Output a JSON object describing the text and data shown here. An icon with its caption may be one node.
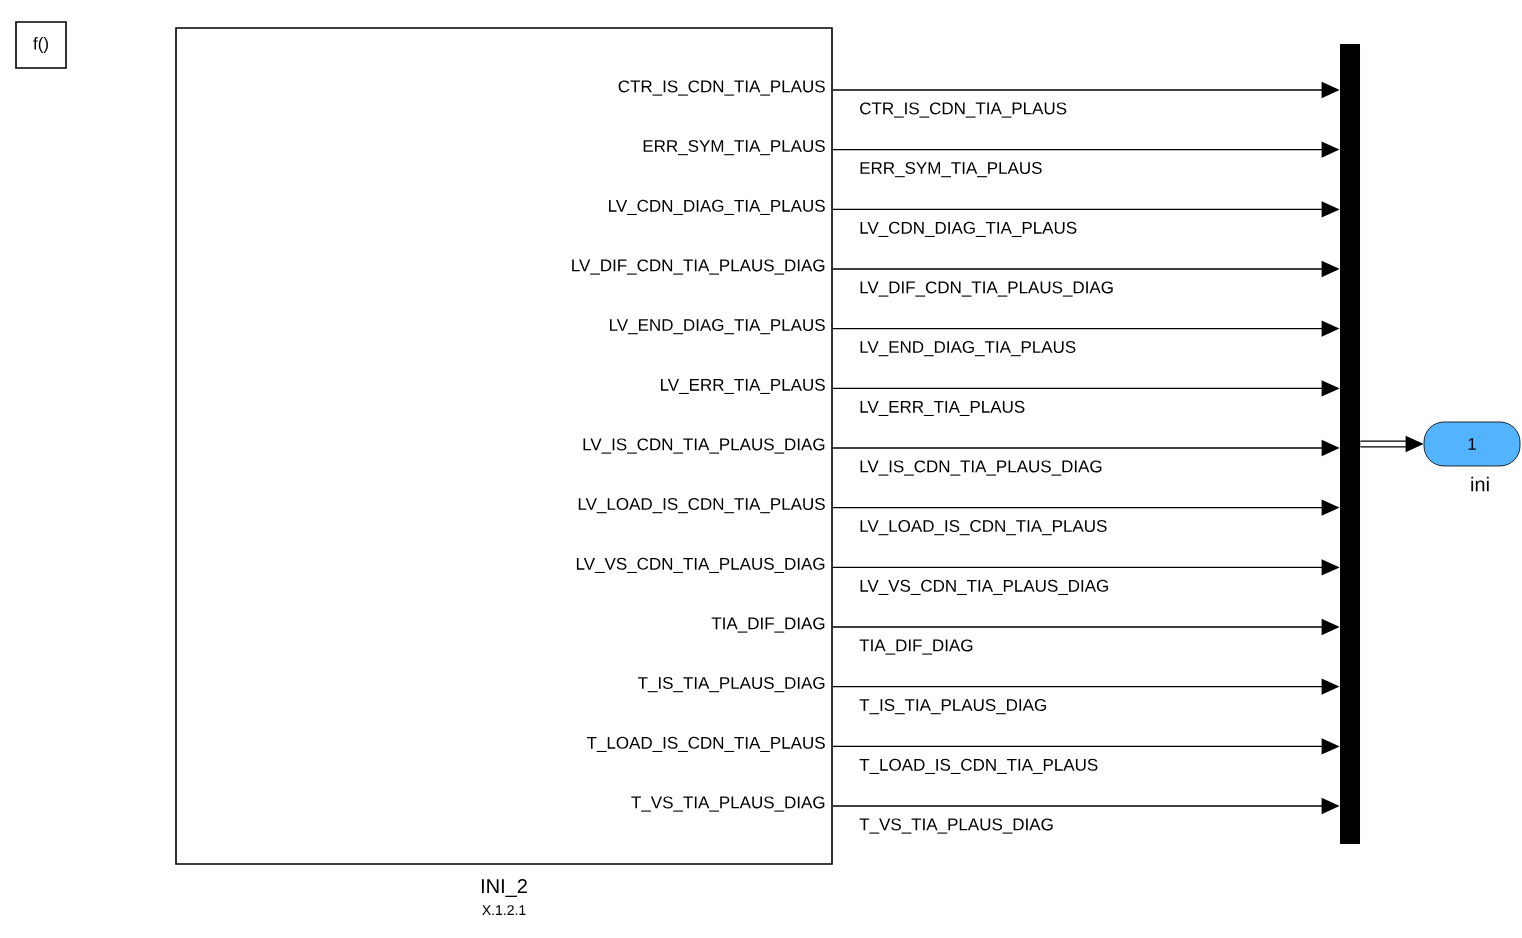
{
  "diagram": {
    "nodes": [
      {
        "text": [
          "f()"
        ]
      },
      {
        "text": [
          "CTR_IS_CDN_TIA_PLAUS",
          "ERR_SYM_TIA_PLAUS",
          "LV_CDN_DIAG_TIA_PLAUS",
          "LV_DIF_CDN_TIA_PLAUS_DIAG",
          "LV_END_DIAG_TIA_PLAUS",
          "LV_ERR_TIA_PLAUS",
          "LV_IS_CDN_TIA_PLAUS_DIAG",
          "LV_LOAD_IS_CDN_TIA_PLAUS",
          "LV_VS_CDN_TIA_PLAUS_DIAG",
          "TIA_DIF_DIAG",
          "T_IS_TIA_PLAUS_DIAG",
          "T_LOAD_IS_CDN_TIA_PLAUS",
          "T_VS_TIA_PLAUS_DIAG"
        ],
        "beside": [
          "INI_2",
          "X.1.2.1"
        ]
      },
      {
        "text": [],
        "shape": "bar"
      },
      {
        "text": [
          "1"
        ],
        "beside": [
          "ini"
        ]
      }
    ],
    "edges": [
      {
        "from": 1,
        "to": 2,
        "arrow": "to",
        "label": "CTR_IS_CDN_TIA_PLAUS"
      },
      {
        "from": 1,
        "to": 2,
        "arrow": "to",
        "label": "ERR_SYM_TIA_PLAUS"
      },
      {
        "from": 1,
        "to": 2,
        "arrow": "to",
        "label": "LV_CDN_DIAG_TIA_PLAUS"
      },
      {
        "from": 1,
        "to": 2,
        "arrow": "to",
        "label": "LV_DIF_CDN_TIA_PLAUS_DIAG"
      },
      {
        "from": 1,
        "to": 2,
        "arrow": "to",
        "label": "LV_END_DIAG_TIA_PLAUS"
      },
      {
        "from": 1,
        "to": 2,
        "arrow": "to",
        "label": "LV_ERR_TIA_PLAUS"
      },
      {
        "from": 1,
        "to": 2,
        "arrow": "to",
        "label": "LV_IS_CDN_TIA_PLAUS_DIAG"
      },
      {
        "from": 1,
        "to": 2,
        "arrow": "to",
        "label": "LV_LOAD_IS_CDN_TIA_PLAUS"
      },
      {
        "from": 1,
        "to": 2,
        "arrow": "to",
        "label": "LV_VS_CDN_TIA_PLAUS_DIAG"
      },
      {
        "from": 1,
        "to": 2,
        "arrow": "to",
        "label": "TIA_DIF_DIAG"
      },
      {
        "from": 1,
        "to": 2,
        "arrow": "to",
        "label": "T_IS_TIA_PLAUS_DIAG"
      },
      {
        "from": 1,
        "to": 2,
        "arrow": "to",
        "label": "T_LOAD_IS_CDN_TIA_PLAUS"
      },
      {
        "from": 1,
        "to": 2,
        "arrow": "to",
        "label": "T_VS_TIA_PLAUS_DIAG"
      },
      {
        "from": 2,
        "to": 3,
        "arrow": "to",
        "style": "thick"
      }
    ]
  }
}
